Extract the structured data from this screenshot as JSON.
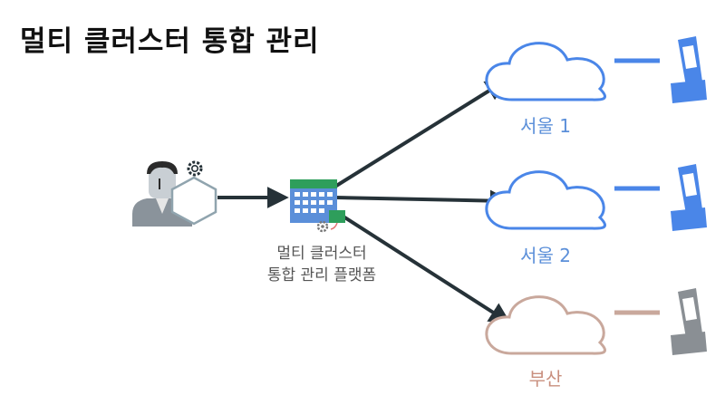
{
  "title": "멀티 클러스터 통합 관리",
  "platform": {
    "label_line1": "멀티 클러스터",
    "label_line2": "통합 관리 플랫폼"
  },
  "clusters": [
    {
      "label": "서울 1",
      "color": "#4a86e8"
    },
    {
      "label": "서울 2",
      "color": "#4a86e8"
    },
    {
      "label": "부산",
      "color": "#c9a89c"
    }
  ],
  "colors": {
    "arrow": "#263238",
    "kiosk_blue": "#4a86e8",
    "kiosk_gray": "#8a8f94",
    "cloud_label_blue": "#5b8fd9",
    "cloud_label_brown": "#c98f7e",
    "hexagon": "#90a4ae",
    "building_green": "#2e9e5b",
    "building_blue": "#4a86e8"
  },
  "icons": [
    "admin-person-icon",
    "gear-icon",
    "hexagon-icon",
    "building-platform-icon",
    "cloud-icon",
    "kiosk-icon"
  ]
}
